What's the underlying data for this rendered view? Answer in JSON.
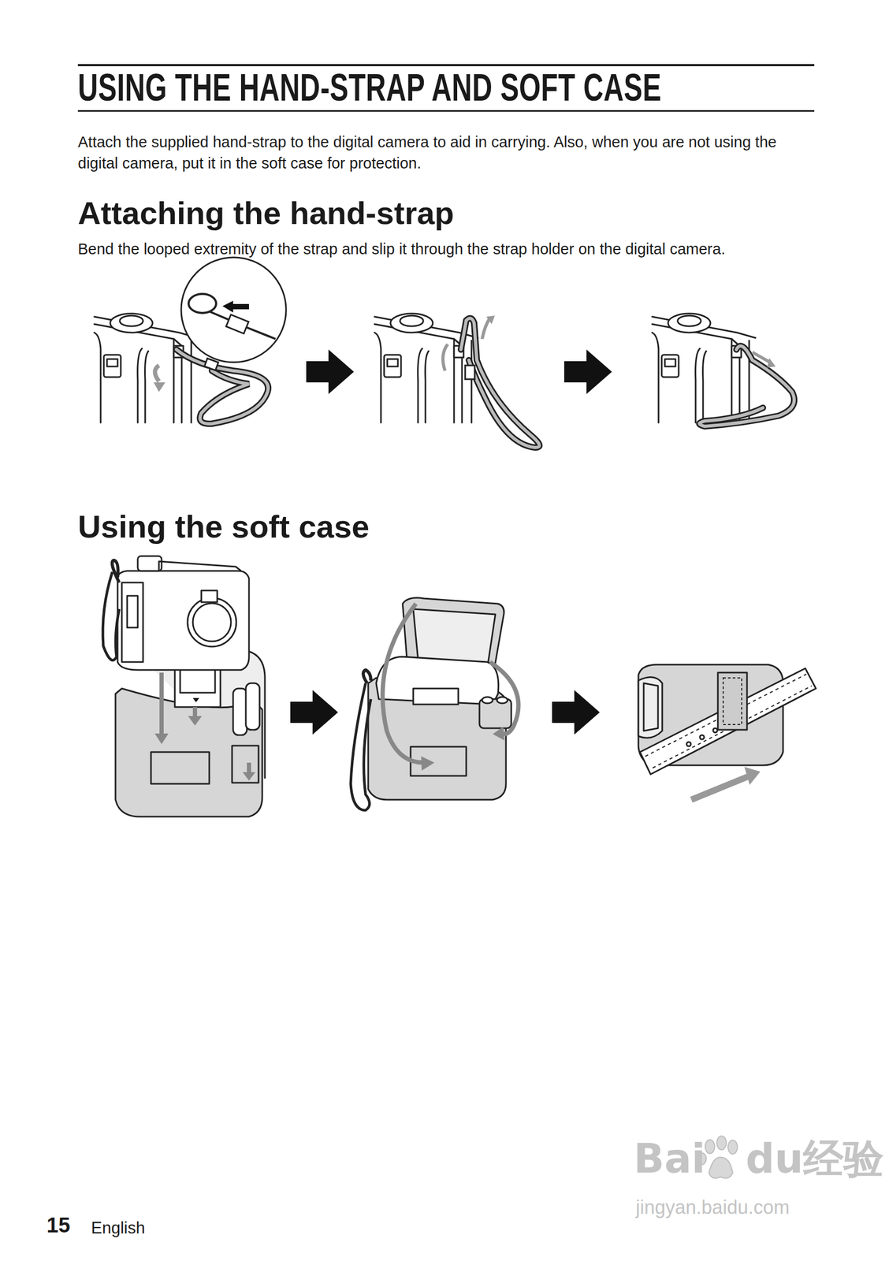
{
  "diagram": {
    "title": "USING THE HAND-STRAP AND SOFT CASE",
    "labels": [
      "Attach the supplied hand-strap to the digital camera to aid in carrying. Also, when you are not using the digital camera, put it in the soft case for protection.",
      "Attaching the hand-strap",
      "Bend the looped extremity of the strap and slip it through the strap holder on the digital camera.",
      "Using the soft case",
      "15",
      "English",
      "Bai",
      "du经验",
      "jingyan.baidu.com"
    ]
  }
}
